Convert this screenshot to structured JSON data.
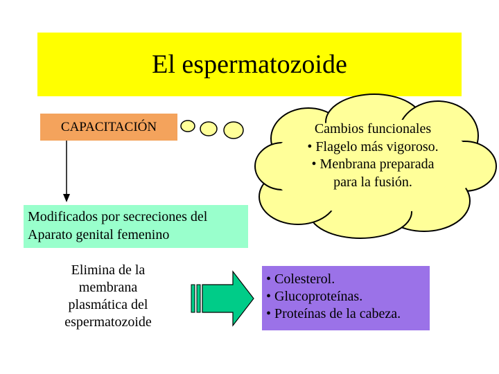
{
  "title": "El espermatozoide",
  "capacitacion": "CAPACITACIÓN",
  "modificados": [
    "Modificados por secreciones del",
    "Aparato genital femenino"
  ],
  "elimina": [
    "Elimina de la",
    "membrana",
    "plasmática del",
    "espermatozoide"
  ],
  "cambios": [
    "Cambios funcionales",
    "• Flagelo más vigoroso.",
    "• Menbrana preparada",
    "para la fusión."
  ],
  "componentes": [
    "• Colesterol.",
    "• Glucoproteínas.",
    "• Proteínas de la cabeza."
  ],
  "colors": {
    "title_bg": "#ffff00",
    "capacitacion_bg": "#f4a35c",
    "modificados_bg": "#99ffcc",
    "cloud_fill": "#ffff99",
    "list_bg": "#9b72e8",
    "arrow_green": "#00cc88"
  }
}
